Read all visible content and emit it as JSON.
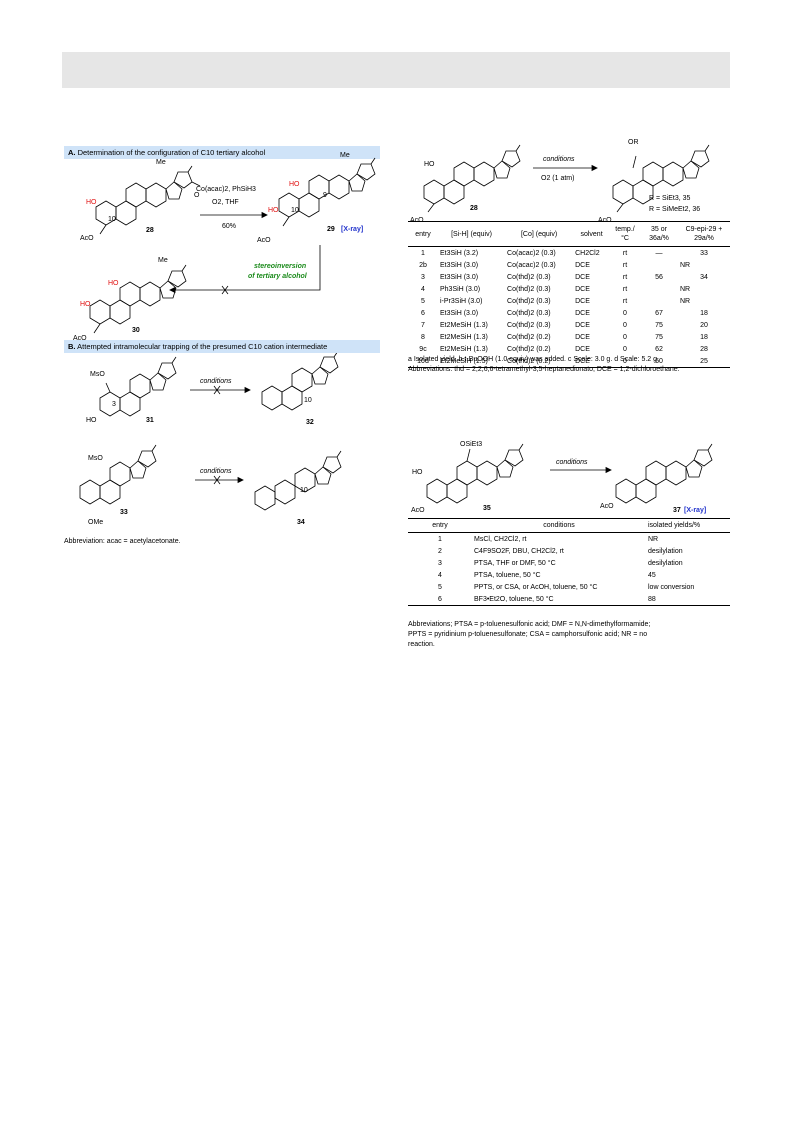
{
  "section_a": {
    "letter": "A.",
    "title": "Determination of the configuration of C10 tertiary alcohol"
  },
  "section_b": {
    "letter": "B.",
    "title": "Attempted intramolecular trapping of the presumed C10 cation intermediate"
  },
  "scheme_a": {
    "reagents_line1": "Co(acac)2, PhSiH3",
    "reagents_line2": "O2, THF",
    "yield": "60%",
    "compound_28": "28",
    "compound_29": "29",
    "xray_29": "[X-ray]",
    "compound_30": "30",
    "stereo_line1": "stereoinversion",
    "stereo_line2": "of tertiary alcohol",
    "ho": "HO",
    "aco": "AcO",
    "me": "Me",
    "h": "H",
    "o": "O",
    "c10": "10",
    "c9": "9"
  },
  "scheme_b": {
    "conditions_1": "conditions",
    "conditions_2": "conditions",
    "compound_31": "31",
    "compound_32": "32",
    "compound_33": "33",
    "compound_34": "34",
    "mso": "MsO",
    "ome": "OMe",
    "c3": "3",
    "c10": "10"
  },
  "abbrev_a": "Abbreviation: acac = acetylacetonate.",
  "scheme_c": {
    "conditions": "conditions",
    "o2": "O2 (1 atm)",
    "or": "OR",
    "compound_28": "28",
    "r_line1": "R = SiEt3, 35",
    "r_line2": "R = SiMeEt2, 36"
  },
  "table1": {
    "headers": [
      "entry",
      "[Si-H] (equiv)",
      "[Co] (equiv)",
      "solvent",
      "temp./ °C",
      "35 or 36a/%",
      "C9-epi-29 + 29a/%"
    ],
    "rows": [
      [
        "1",
        "Et3SiH (3.2)",
        "Co(acac)2 (0.3)",
        "CH2Cl2",
        "rt",
        "—",
        "33"
      ],
      [
        "2b",
        "Et3SiH (3.0)",
        "Co(acac)2 (0.3)",
        "DCE",
        "rt",
        "NR",
        ""
      ],
      [
        "3",
        "Et3SiH (3.0)",
        "Co(thd)2 (0.3)",
        "DCE",
        "rt",
        "56",
        "34"
      ],
      [
        "4",
        "Ph3SiH (3.0)",
        "Co(thd)2 (0.3)",
        "DCE",
        "rt",
        "NR",
        ""
      ],
      [
        "5",
        "i-Pr3SiH (3.0)",
        "Co(thd)2 (0.3)",
        "DCE",
        "rt",
        "NR",
        ""
      ],
      [
        "6",
        "Et3SiH (3.0)",
        "Co(thd)2 (0.3)",
        "DCE",
        "0",
        "67",
        "18"
      ],
      [
        "7",
        "Et2MeSiH (1.3)",
        "Co(thd)2 (0.3)",
        "DCE",
        "0",
        "75",
        "20"
      ],
      [
        "8",
        "Et2MeSiH (1.3)",
        "Co(thd)2 (0.2)",
        "DCE",
        "0",
        "75",
        "18"
      ],
      [
        "9c",
        "Et2MeSiH (1.3)",
        "Co(thd)2 (0.2)",
        "DCE",
        "0",
        "62",
        "28"
      ],
      [
        "10d",
        "Et2MeSiH (1.5)",
        "Co(thd)2 (0.2)",
        "DCE",
        "0",
        "60",
        "25"
      ]
    ],
    "note1": "a Isolated yield. b t-BuOOH (1.0 equiv) was added. c Scale: 3.0 g. d Scale: 5.2 g.",
    "note2": "Abbreviations: thd = 2,2,6,6-tetramethyl-3,5-heptanedionato; DCE = 1,2-dichloroethane."
  },
  "scheme_d": {
    "osiet3": "OSiEt3",
    "conditions": "conditions",
    "compound_35": "35",
    "compound_37": "37",
    "xray_37": "[X-ray]"
  },
  "table2": {
    "headers": [
      "entry",
      "conditions",
      "isolated yields/%"
    ],
    "rows": [
      [
        "1",
        "MsCl, CH2Cl2, rt",
        "NR"
      ],
      [
        "2",
        "C4F9SO2F, DBU, CH2Cl2, rt",
        "desilylation"
      ],
      [
        "3",
        "PTSA, THF or DMF, 50 °C",
        "desilylation"
      ],
      [
        "4",
        "PTSA, toluene, 50 °C",
        "45"
      ],
      [
        "5",
        "PPTS, or CSA, or AcOH, toluene, 50 °C",
        "low conversion"
      ],
      [
        "6",
        "BF3•Et2O, toluene, 50 °C",
        "88"
      ]
    ],
    "note_line1": "Abbreviations; PTSA = p-toluenesulfonic acid; DMF = N,N-dimethylformamide;",
    "note_line2": "PPTS = pyridinium p-toluenesulfonate; CSA = camphorsulfonic acid; NR = no",
    "note_line3": "reaction."
  }
}
